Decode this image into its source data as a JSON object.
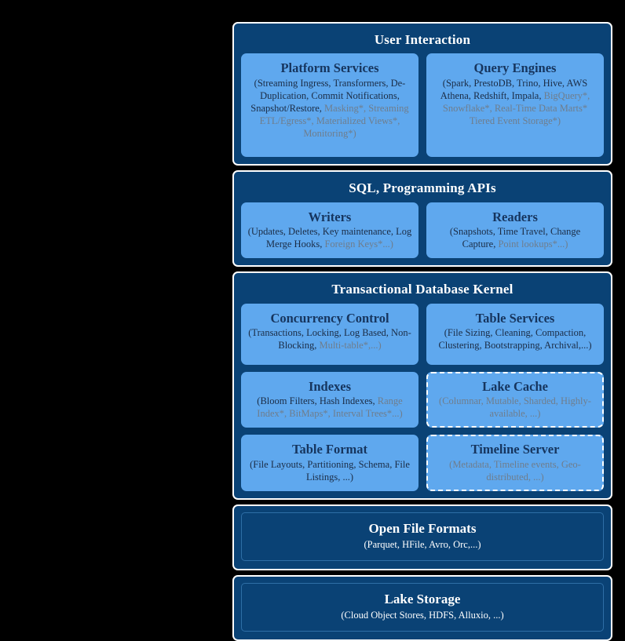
{
  "diagram": {
    "background_color": "#000000",
    "layer_color": "#0a4275",
    "card_color": "#5fa8ee",
    "title_color": "#ffffff",
    "card_title_color": "#16355e",
    "muted_text_color": "#6f7d8c",
    "layers": [
      {
        "title": "User Interaction",
        "cards": [
          {
            "title": "Platform Services",
            "body_available": "(Streaming Ingress, Transformers, De-Duplication, Commit Notifications, Snapshot/Restore, ",
            "body_future": "Masking*, Streaming ETL/Egress*, Materialized Views*,  Monitoring*)",
            "dashed": false
          },
          {
            "title": "Query Engines",
            "body_available": "(Spark, PrestoDB, Trino, Hive, AWS Athena, Redshift, Impala, ",
            "body_future": "BigQuery*, Snowflake*, Real-Time Data Marts* Tiered Event Storage*)",
            "dashed": false
          }
        ]
      },
      {
        "title": "SQL, Programming APIs",
        "cards": [
          {
            "title": "Writers",
            "body_available": "(Updates, Deletes, Key maintenance, Log Merge Hooks, ",
            "body_future": "Foreign Keys*...)",
            "dashed": false
          },
          {
            "title": "Readers",
            "body_available": "(Snapshots, Time Travel, Change Capture, ",
            "body_future": "Point lookups*...)",
            "dashed": false
          }
        ]
      },
      {
        "title": "Transactional Database Kernel",
        "cards": [
          {
            "title": "Concurrency Control",
            "body_available": "(Transactions, Locking, Log Based, Non-Blocking, ",
            "body_future": "Multi-table*,...)",
            "dashed": false
          },
          {
            "title": "Table Services",
            "body_available": "(File Sizing, Cleaning, Compaction, Clustering, Bootstrapping, Archival,...)",
            "body_future": "",
            "dashed": false
          },
          {
            "title": "Indexes",
            "body_available": "(Bloom Filters, Hash Indexes, ",
            "body_future": "Range Index*, BitMaps*, Interval Trees*...)",
            "dashed": false
          },
          {
            "title": "Lake Cache",
            "body_available": "",
            "body_future": "(Columnar, Mutable, Sharded, Highly-available, ...)",
            "dashed": true
          },
          {
            "title": "Table Format",
            "body_available": "(File Layouts, Partitioning, Schema, File Listings, ...)",
            "body_future": "",
            "dashed": false
          },
          {
            "title": "Timeline Server",
            "body_available": "",
            "body_future": "(Metadata, Timeline events, Geo-distributed, ...)",
            "dashed": true
          }
        ]
      },
      {
        "title": "Open File Formats",
        "subtitle": "(Parquet, HFile, Avro, Orc,...)",
        "cards": []
      },
      {
        "title": "Lake Storage",
        "subtitle": "(Cloud Object Stores, HDFS, Alluxio, ...)",
        "cards": []
      }
    ]
  }
}
